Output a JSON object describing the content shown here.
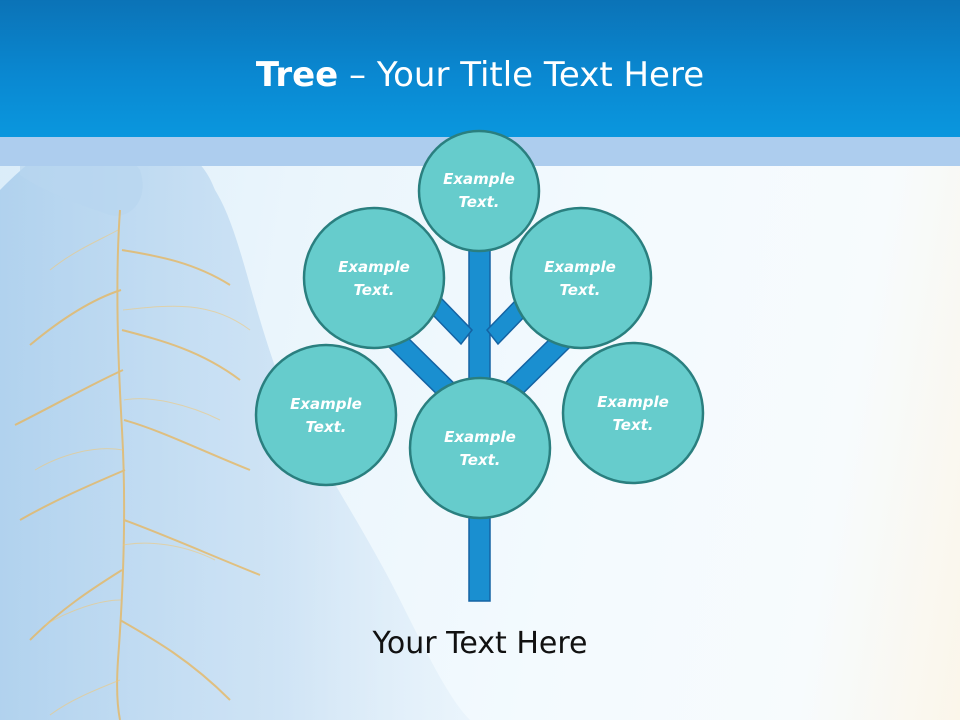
{
  "title": {
    "bold": "Tree",
    "separator": " – ",
    "rest": "Your Title Text Here"
  },
  "nodes": [
    {
      "id": "top",
      "line1": "Example",
      "line2": "Text."
    },
    {
      "id": "upper-left",
      "line1": "Example",
      "line2": "Text."
    },
    {
      "id": "upper-right",
      "line1": "Example",
      "line2": "Text."
    },
    {
      "id": "lower-left",
      "line1": "Example",
      "line2": "Text."
    },
    {
      "id": "center",
      "line1": "Example",
      "line2": "Text."
    },
    {
      "id": "lower-right",
      "line1": "Example",
      "line2": "Text."
    }
  ],
  "caption": "Your Text Here",
  "colors": {
    "header": "#0a88d1",
    "band": "#adcdee",
    "node_fill": "#66cccc",
    "node_stroke": "#2a7f7f",
    "branch": "#1a8fd0",
    "branch_stroke": "#1463a3"
  }
}
